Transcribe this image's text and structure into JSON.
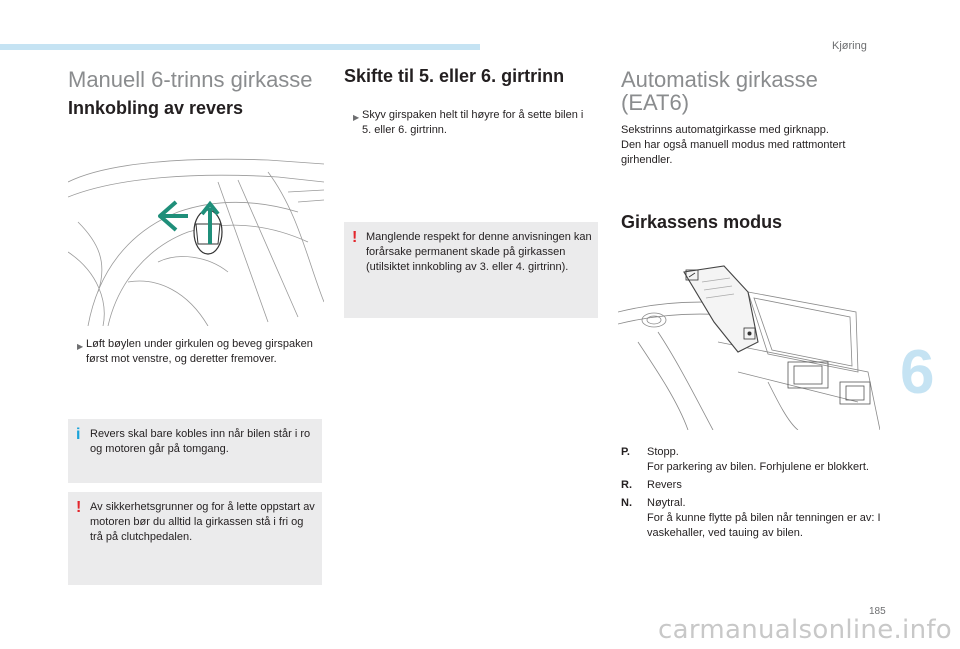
{
  "header": {
    "section": "Kjøring",
    "chapter": "6",
    "page_number": "185"
  },
  "col1": {
    "title": "Manuell 6-trinns girkasse",
    "subtitle": "Innkobling av revers",
    "bullet": "Løft bøylen under girkulen og beveg girspaken først mot venstre, og deretter fremover.",
    "info_note": "Revers skal bare kobles inn når bilen står i ro og motoren går på tomgang.",
    "warning_note": "Av sikkerhetsgrunner og for å lette oppstart av motoren bør du alltid la girkassen stå i fri og trå på clutchpedalen."
  },
  "col2": {
    "title": "Skifte til 5. eller 6. girtrinn",
    "bullet": "Skyv girspaken helt til høyre for å sette bilen i 5. eller 6. girtrinn.",
    "warning_note": "Manglende respekt for denne anvisningen kan forårsake permanent skade på girkassen (utilsiktet innkobling av 3. eller 4. girtrinn)."
  },
  "col3": {
    "title_line1": "Automatisk girkasse",
    "title_line2": "(EAT6)",
    "intro_line1": "Sekstrinns automatgirkasse med girknapp.",
    "intro_line2": "Den har også manuell modus med rattmontert girhendler.",
    "subtitle": "Girkassens modus",
    "modes": [
      {
        "key": "P.",
        "text": "Stopp.",
        "detail": "For parkering av bilen. Forhjulene er blokkert."
      },
      {
        "key": "R.",
        "text": "Revers",
        "detail": ""
      },
      {
        "key": "N.",
        "text": "Nøytral.",
        "detail": "For å kunne flytte på bilen når tenningen er av: I vaskehaller, ved tauing av bilen."
      }
    ]
  },
  "watermark": "carmanualsonline.info",
  "colors": {
    "accent": "#c5e3f3",
    "info": "#1aa3d9",
    "warning": "#e3262c",
    "arrow": "#1f8f7a",
    "note_bg": "#ebebec"
  },
  "icons": {
    "bullet": "bullet-triangle-icon",
    "info": "info-icon",
    "warning": "warning-icon"
  }
}
